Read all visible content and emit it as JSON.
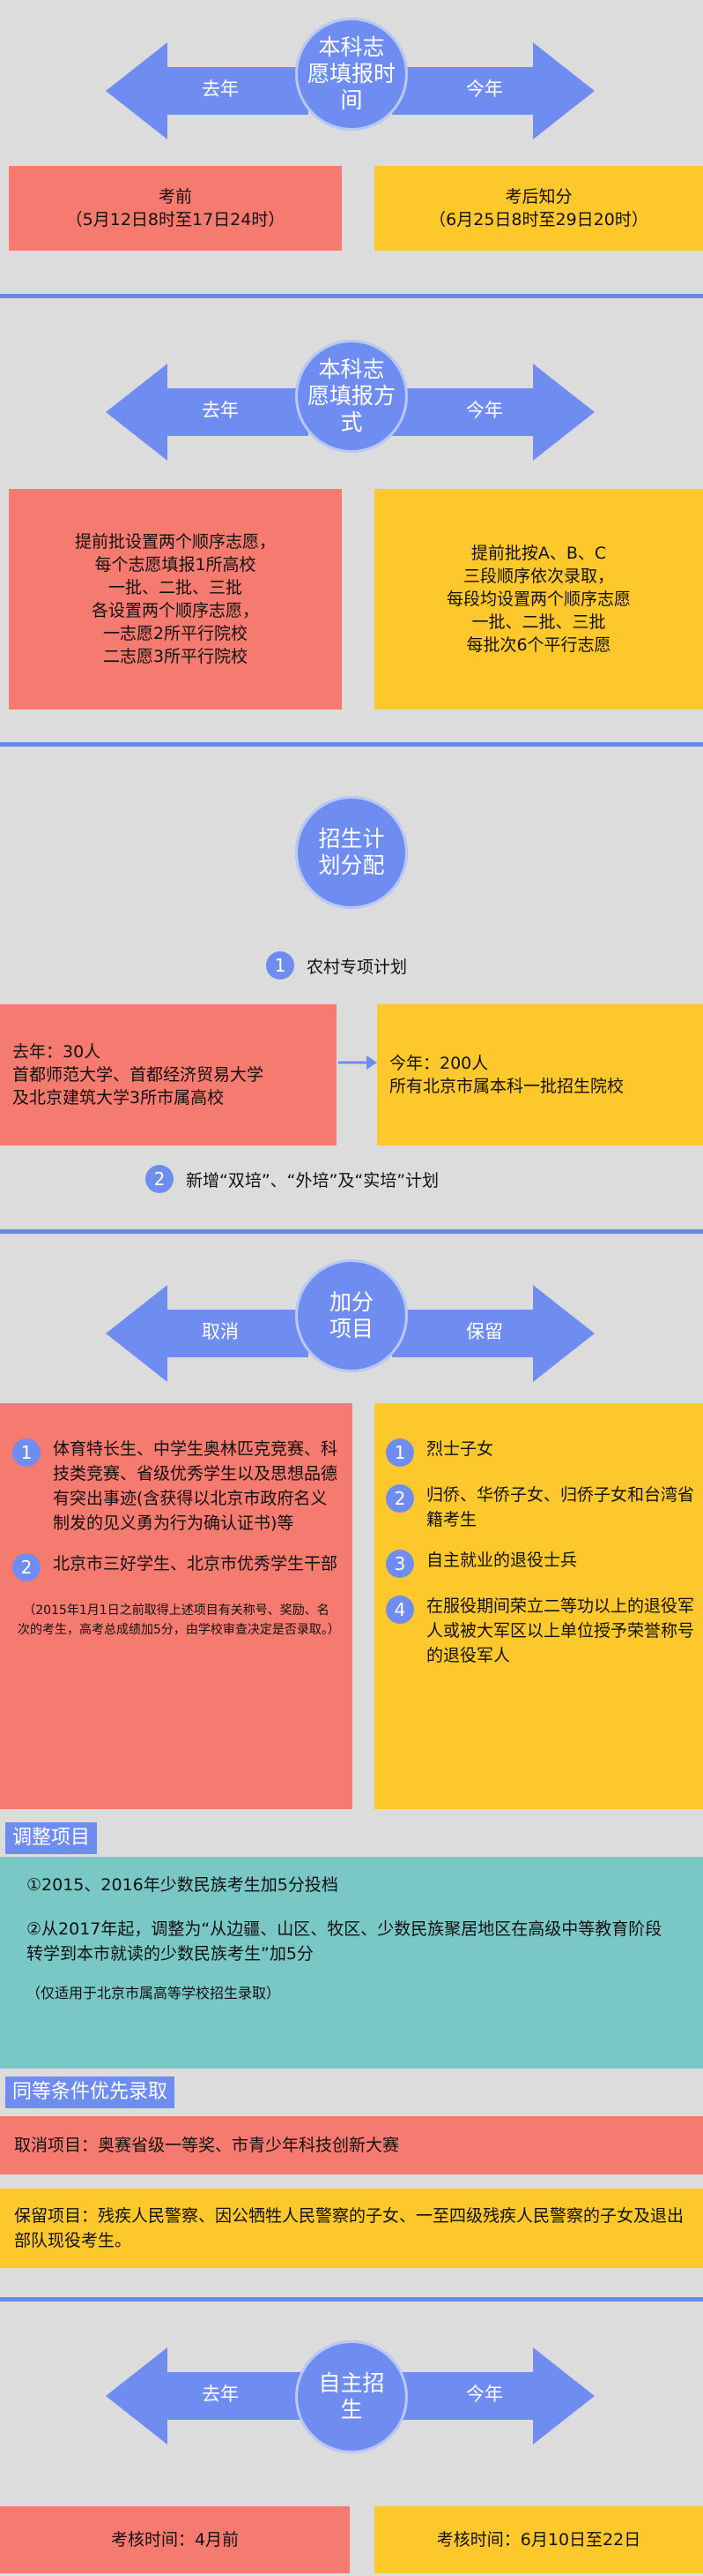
{
  "s1": {
    "circle": [
      "本科志",
      "愿填报时",
      "间"
    ],
    "left": "去年",
    "right": "今年",
    "red": [
      "考前",
      "（5月12日8时至17日24时）"
    ],
    "yellow": [
      "考后知分",
      "（6月25日8时至29日20时）"
    ]
  },
  "s2": {
    "circle": [
      "本科志",
      "愿填报方",
      "式"
    ],
    "left": "去年",
    "right": "今年",
    "red": [
      "提前批设置两个顺序志愿，",
      "每个志愿填报1所高校",
      "一批、二批、三批",
      "各设置两个顺序志愿，",
      "一志愿2所平行院校",
      "二志愿3所平行院校"
    ],
    "yellow": [
      "提前批按A、B、C",
      "三段顺序依次录取，",
      "每段均设置两个顺序志愿",
      "一批、二批、三批",
      "每批次6个平行志愿"
    ]
  },
  "s3": {
    "circle": [
      "招生计",
      "划分配"
    ],
    "n1": "1",
    "t1": "农村专项计划",
    "red": [
      "去年：30人",
      "首都师范大学、首都经济贸易大学",
      "及北京建筑大学3所市属高校"
    ],
    "yellow": [
      "今年：200人",
      "所有北京市属本科一批招生院校"
    ],
    "n2": "2",
    "t2": "新增“双培”、“外培”及“实培”计划"
  },
  "s4": {
    "circle": [
      "加分",
      "项目"
    ],
    "left": "取消",
    "right": "保留",
    "red_items": [
      {
        "n": "1",
        "t": "体育特长生、中学生奥林匹克竞赛、科技类竞赛、省级优秀学生以及思想品德有突出事迹(含获得以北京市政府名义制发的见义勇为行为确认证书)等"
      },
      {
        "n": "2",
        "t": "北京市三好学生、北京市优秀学生干部"
      }
    ],
    "red_note": "（2015年1月1日之前取得上述项目有关称号、奖励、名次的考生，高考总成绩加5分，由学校审查决定是否录取。）",
    "yellow_items": [
      {
        "n": "1",
        "t": "烈士子女"
      },
      {
        "n": "2",
        "t": "归侨、华侨子女、归侨子女和台湾省籍考生"
      },
      {
        "n": "3",
        "t": "自主就业的退役士兵"
      },
      {
        "n": "4",
        "t": "在服役期间荣立二等功以上的退役军人或被大军区以上单位授予荣誉称号的退役军人"
      }
    ]
  },
  "s5": {
    "tag": "调整项目",
    "p1": "①2015、2016年少数民族考生加5分投档",
    "p2": "②从2017年起，调整为“从边疆、山区、牧区、少数民族聚居地区在高级中等教育阶段转学到本市就读的少数民族考生”加5分",
    "note": "（仅适用于北京市属高等学校招生录取）"
  },
  "s6": {
    "tag": "同等条件优先录取",
    "red": "取消项目：奥赛省级一等奖、市青少年科技创新大赛",
    "yellow": "保留项目：残疾人民警察、因公牺牲人民警察的子女、一至四级残疾人民警察的子女及退出部队现役考生。"
  },
  "s7": {
    "circle": [
      "自主招",
      "生"
    ],
    "left": "去年",
    "right": "今年",
    "red": "考核时间：4月前",
    "yellow": "考核时间：6月10日至22日"
  },
  "colors": {
    "blue": "#6f8df0",
    "red": "#f57a6f",
    "yellow": "#fdc82c",
    "teal": "#7ac8c6"
  }
}
